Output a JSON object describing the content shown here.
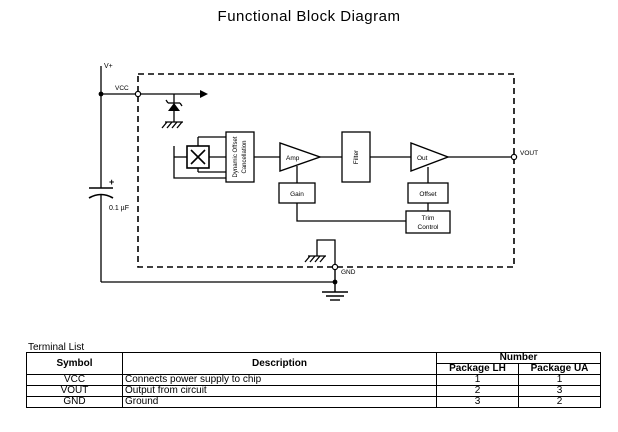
{
  "title": "Functional Block Diagram",
  "diagram": {
    "labels": {
      "vplus": "V+",
      "vcc": "VCC",
      "vout": "VOUT",
      "gnd": "GND",
      "cap_polarity": "+",
      "cap_value": "0.1 µF"
    },
    "blocks": {
      "dynamic_offset": [
        "Dynamic Offset",
        "Cancellation"
      ],
      "amp": "Amp",
      "gain": "Gain",
      "filter": "Filter",
      "out": "Out",
      "offset": "Offset",
      "trim_control": [
        "Trim",
        "Control"
      ]
    }
  },
  "terminal_list": {
    "caption": "Terminal List",
    "headers": {
      "symbol": "Symbol",
      "description": "Description",
      "number": "Number",
      "package_lh": "Package LH",
      "package_ua": "Package UA"
    },
    "rows": [
      {
        "symbol": "VCC",
        "description": "Connects power supply to chip",
        "lh": "1",
        "ua": "1"
      },
      {
        "symbol": "VOUT",
        "description": "Output from circuit",
        "lh": "2",
        "ua": "3"
      },
      {
        "symbol": "GND",
        "description": "Ground",
        "lh": "3",
        "ua": "2"
      }
    ]
  }
}
